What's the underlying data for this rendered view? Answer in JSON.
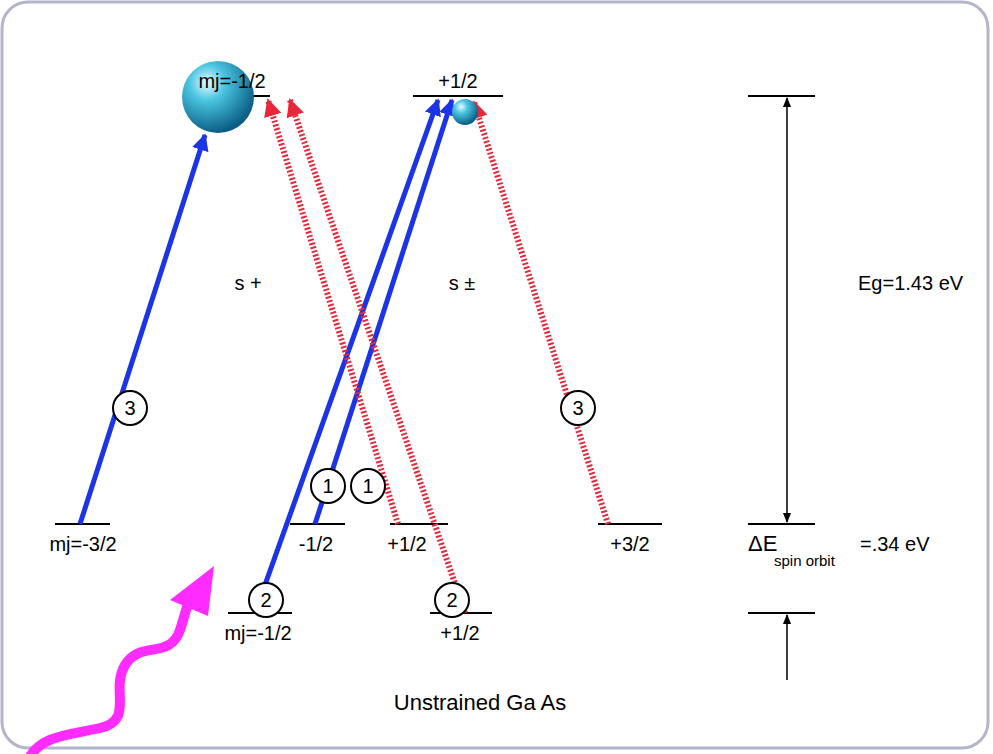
{
  "diagram": {
    "caption": "Unstrained Ga As",
    "nodes": [
      {
        "text": [
          "3"
        ]
      },
      {
        "text": [
          "3"
        ]
      },
      {
        "text": [
          "1"
        ]
      },
      {
        "text": [
          "1"
        ]
      },
      {
        "text": [
          "2"
        ]
      },
      {
        "text": [
          "2"
        ]
      }
    ],
    "labels": [
      "mj=-1/2",
      "+1/2",
      "s +",
      "s ±",
      "Eg=1.43 eV",
      "mj=-3/2",
      "-1/2",
      "+1/2",
      "+3/2",
      "ΔE",
      "spin orbit",
      "=.34 eV",
      "mj=-1/2",
      "+1/2"
    ]
  }
}
